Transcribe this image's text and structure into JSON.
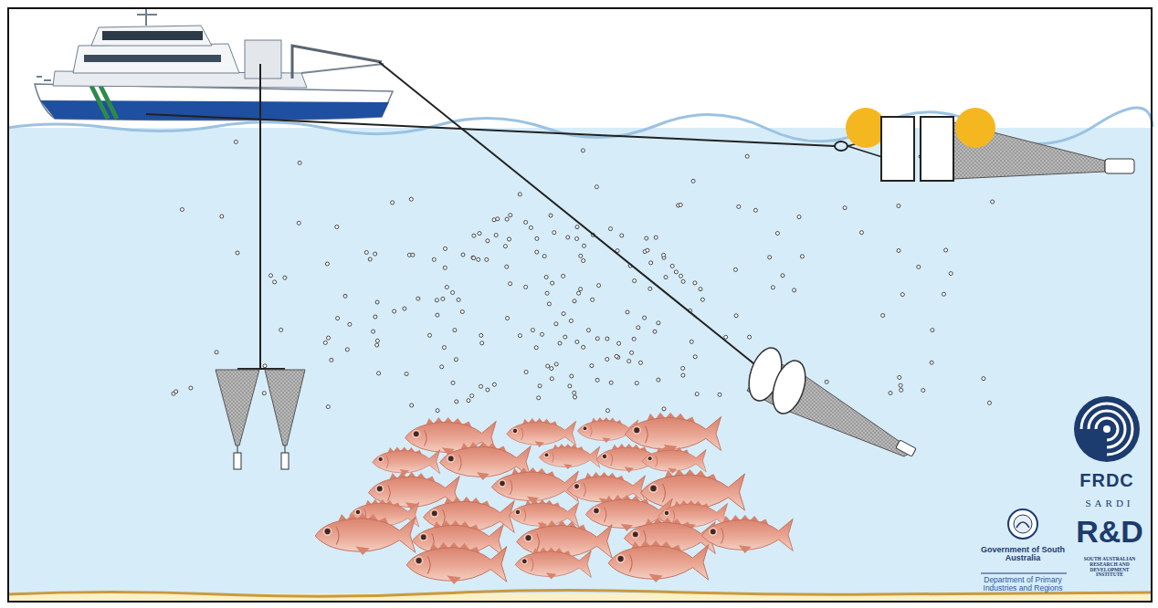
{
  "diagram": {
    "labels": [
      "FRDC",
      "Government of South Australia",
      "Department of Primary Industries and Regions",
      "SARDI",
      "R&D",
      "SOUTH AUSTRALIAN RESEARCH AND DEVELOPMENT INSTITUTE"
    ]
  }
}
